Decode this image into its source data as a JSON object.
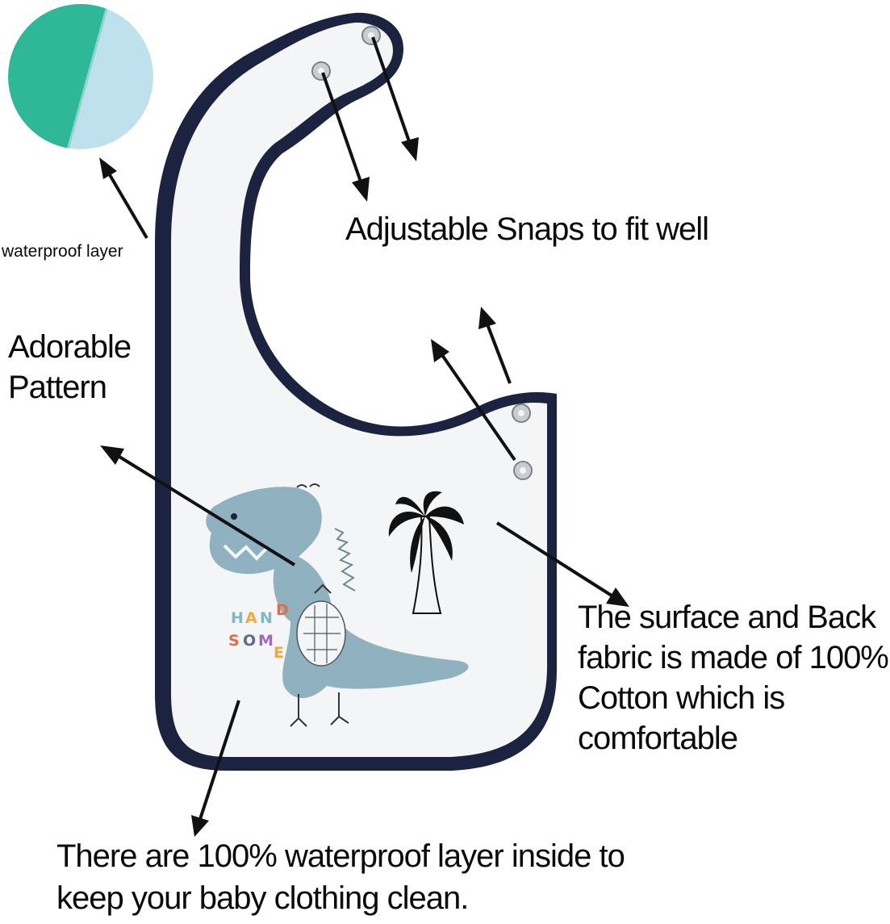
{
  "labels": {
    "waterproof_layer": "waterproof layer",
    "adjustable_snaps": "Adjustable Snaps to fit well",
    "adorable_pattern": "Adorable Pattern",
    "fabric": "The surface and Back fabric is made of 100% Cotton which is comfortable",
    "waterproof_inside": "There are 100% waterproof layer inside to keep your baby clothing  clean."
  },
  "print_text": {
    "line1": [
      "H",
      "A",
      "N",
      "D"
    ],
    "line2": [
      "S",
      "O",
      "M",
      "E"
    ]
  },
  "colors": {
    "binding": "#1c2340",
    "fabric": "#f4f5f7",
    "dino": "#8fb1c0",
    "swatch_green": "#2fb898",
    "swatch_blue": "#bfe1ee",
    "snap": "#c9ccd0",
    "arrow": "#111111"
  }
}
